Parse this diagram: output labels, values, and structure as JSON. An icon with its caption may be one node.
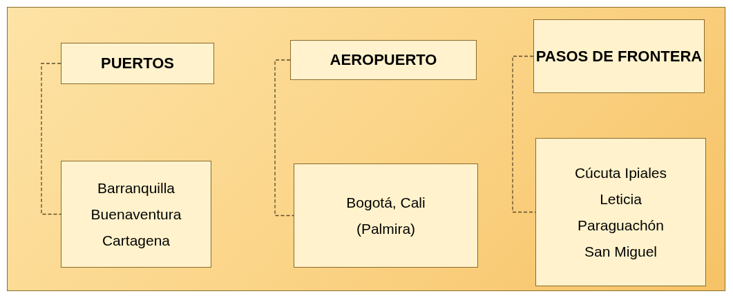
{
  "diagram": {
    "nodes": [
      {
        "text": [
          "PUERTOS"
        ]
      },
      {
        "text": [
          "Barranquilla",
          "Buenaventura",
          "Cartagena"
        ]
      },
      {
        "text": [
          "AEROPUERTO"
        ]
      },
      {
        "text": [
          "Bogotá, Cali",
          "(Palmira)"
        ]
      },
      {
        "text": [
          "PASOS DE FRONTERA"
        ]
      },
      {
        "text": [
          "Cúcuta Ipiales",
          "Leticia",
          "Paraguachón",
          "San Miguel"
        ]
      }
    ],
    "edges": [
      {
        "from": 0,
        "to": 1,
        "arrow": "none",
        "style": "dashed"
      },
      {
        "from": 2,
        "to": 3,
        "arrow": "none",
        "style": "dashed"
      },
      {
        "from": 4,
        "to": 5,
        "arrow": "none",
        "style": "dashed"
      }
    ]
  }
}
